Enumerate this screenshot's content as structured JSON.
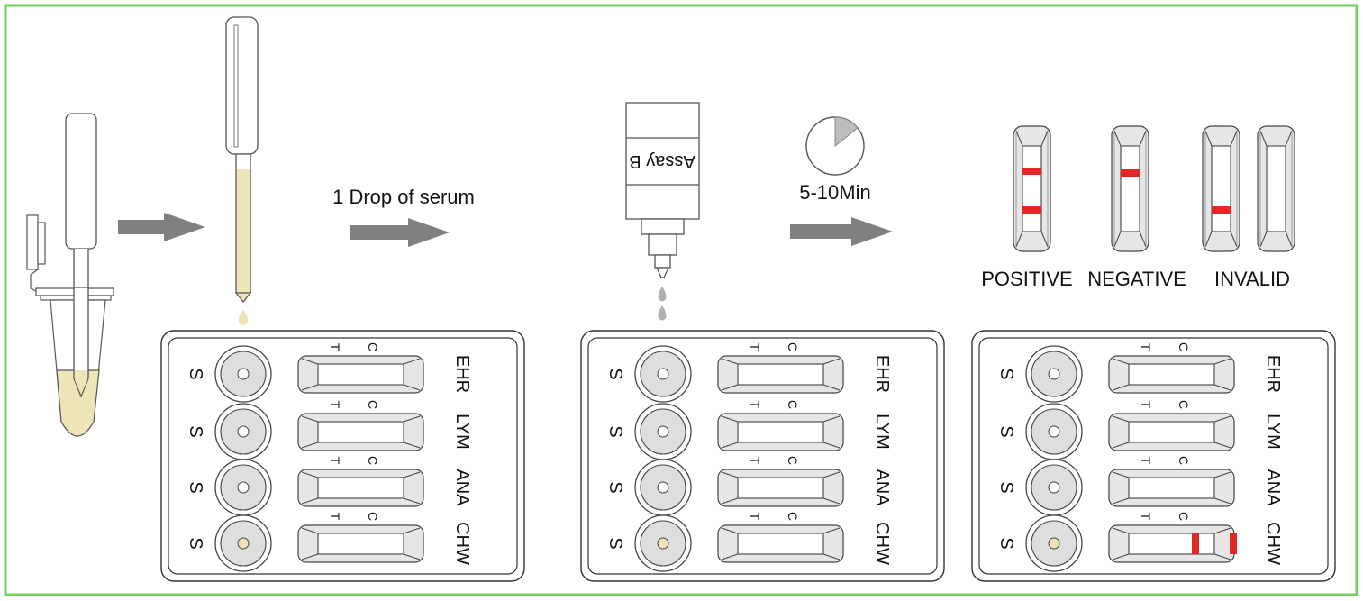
{
  "step_labels": {
    "drop_serum": "1 Drop of serum",
    "wait_time": "5-10Min"
  },
  "buffer_bottle": {
    "label": "Assay B"
  },
  "results": {
    "positive": "POSITIVE",
    "negative": "NEGATIVE",
    "invalid": "INVALID"
  },
  "kit": {
    "sample_label": "S",
    "test_line_label": "T",
    "control_line_label": "C",
    "tests": [
      "EHR",
      "LYM",
      "ANA",
      "CHW"
    ]
  },
  "colors": {
    "frame_border": "#6fd35a",
    "arrow": "#808080",
    "serum": "#efe4b8",
    "result_line": "#e32626",
    "strip_fill": "#e6e6e6",
    "timer_fill": "#bdbdbd",
    "buffer_drop": "#b0b0b0"
  }
}
